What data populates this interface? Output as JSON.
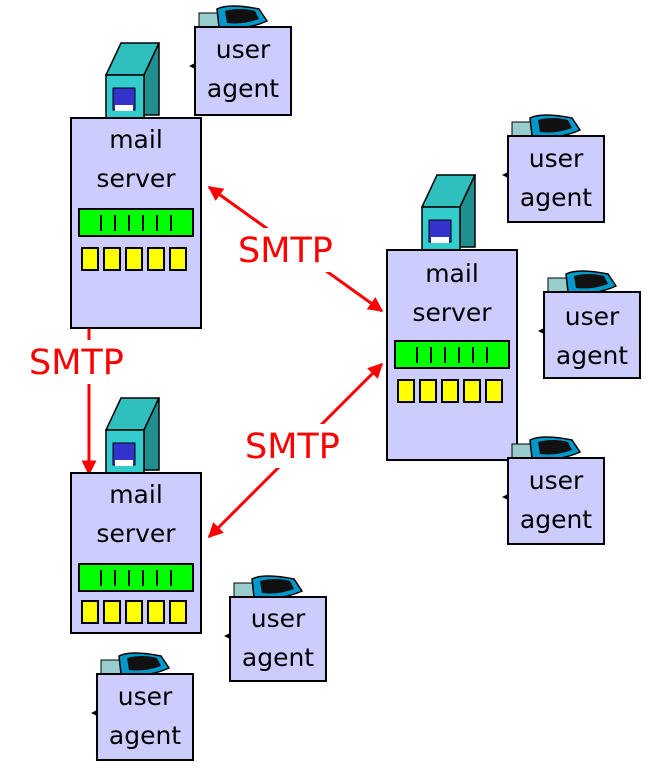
{
  "protocol_label": "SMTP",
  "servers": [
    {
      "line1": "mail",
      "line2": "server"
    },
    {
      "line1": "mail",
      "line2": "server"
    },
    {
      "line1": "mail",
      "line2": "server"
    }
  ],
  "agents": [
    {
      "line1": "user",
      "line2": "agent"
    },
    {
      "line1": "user",
      "line2": "agent"
    },
    {
      "line1": "user",
      "line2": "agent"
    },
    {
      "line1": "user",
      "line2": "agent"
    },
    {
      "line1": "user",
      "line2": "agent"
    },
    {
      "line1": "user",
      "line2": "agent"
    }
  ],
  "colors": {
    "box_fill": "#ccccff",
    "tower_fill": "#33cccc",
    "green_bar": "#00ff00",
    "yellow_slot": "#ffff00",
    "arrow": "#ff0000",
    "monitor": "#0099cc"
  }
}
